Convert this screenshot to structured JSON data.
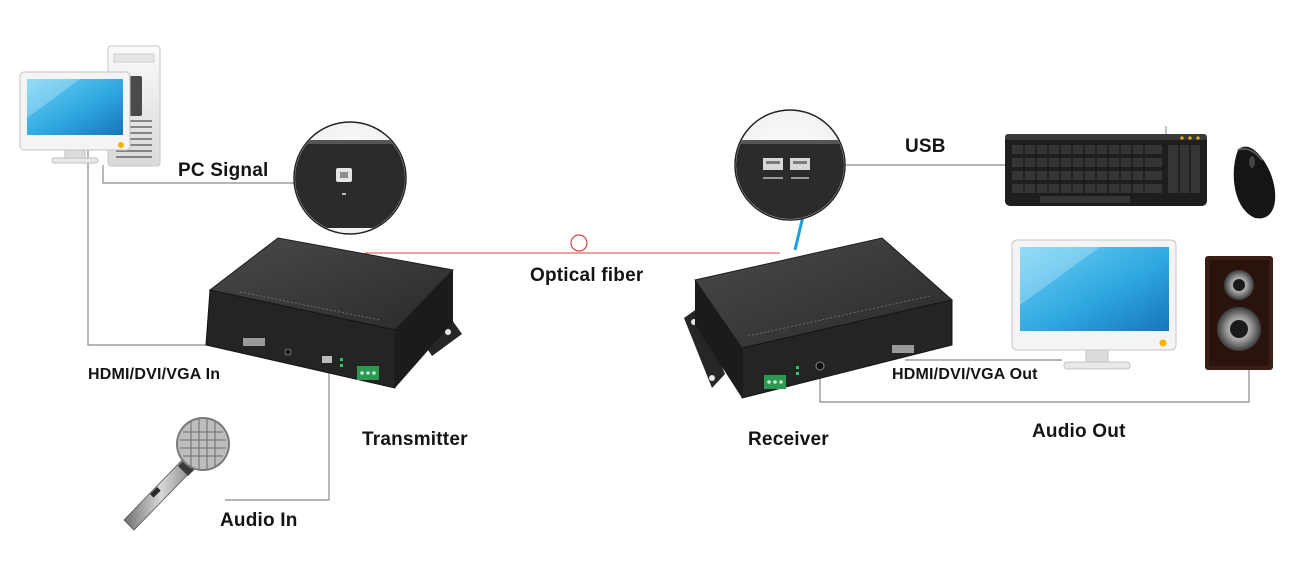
{
  "labels": {
    "pc_signal": "PC Signal",
    "optical_fiber": "Optical fiber",
    "usb": "USB",
    "hdmi_in": "HDMI/DVI/VGA In",
    "hdmi_out": "HDMI/DVI/VGA Out",
    "transmitter": "Transmitter",
    "receiver": "Receiver",
    "audio_in": "Audio In",
    "audio_out": "Audio Out"
  },
  "colors": {
    "line": "#8a8a8a",
    "fiber": "#d64545",
    "arrow": "#1ea0d8",
    "device_body": "#2c2c2c",
    "device_top": "#3a3a3a",
    "screen": "#2fa8e0",
    "led": "#f0b400"
  },
  "icons": [
    "pc-icon",
    "usb-b-port-zoom-icon",
    "usb-ports-zoom-icon",
    "keyboard-icon",
    "mouse-icon",
    "monitor-icon",
    "speaker-icon",
    "microphone-icon",
    "transmitter-device-icon",
    "receiver-device-icon"
  ]
}
